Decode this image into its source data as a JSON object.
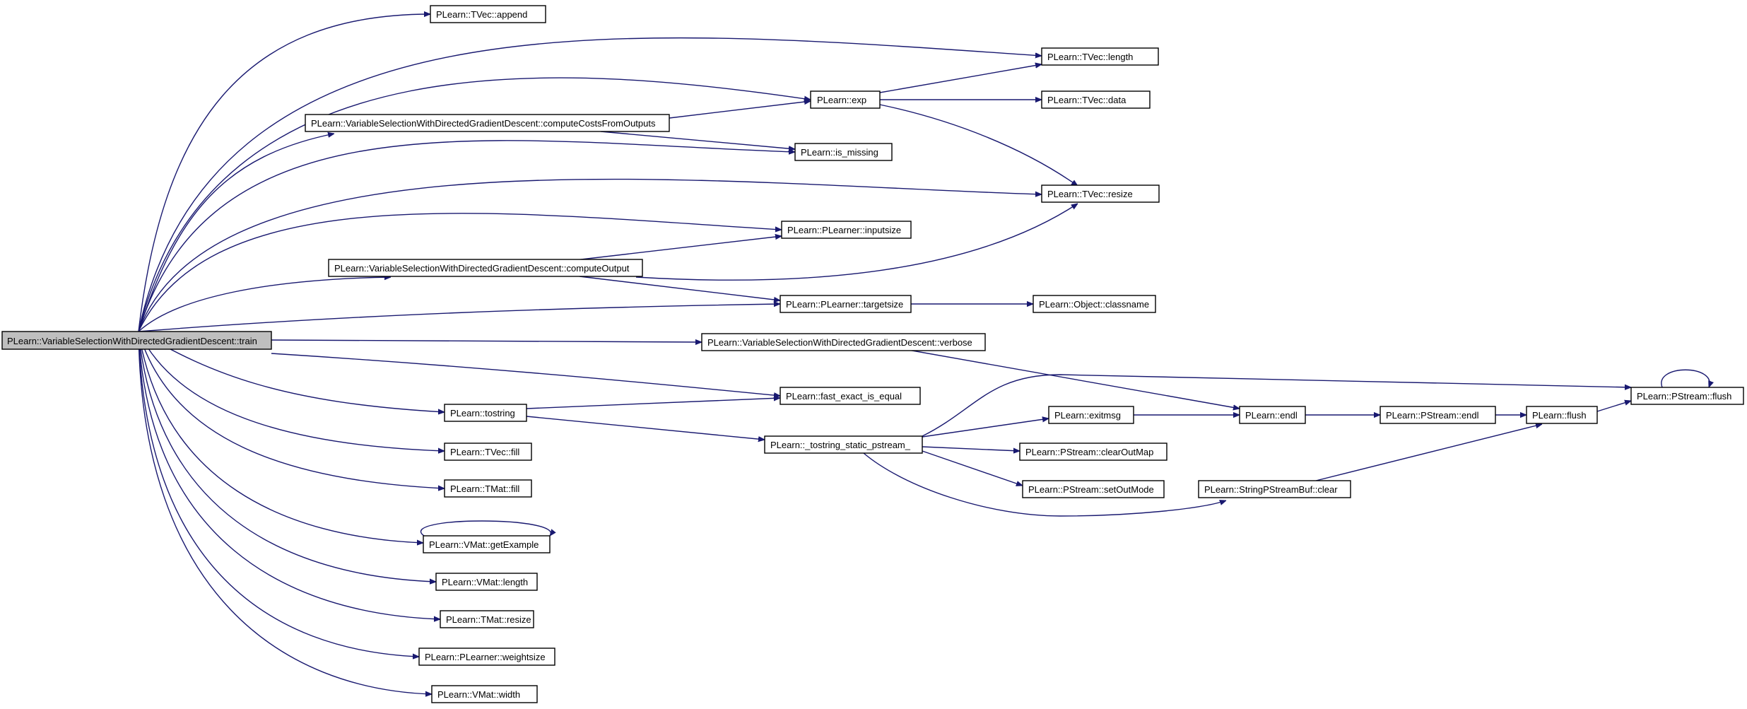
{
  "diagram": {
    "type": "call-graph",
    "colors": {
      "edge": "#191970",
      "root_fill": "#bfbfbf",
      "node_fill": "#ffffff",
      "node_border": "#000000"
    },
    "root": "train",
    "nodes": {
      "train": "PLearn::VariableSelectionWithDirectedGradientDescent::train",
      "append": "PLearn::TVec::append",
      "tvec_length": "PLearn::TVec::length",
      "exp": "PLearn::exp",
      "tvec_data": "PLearn::TVec::data",
      "computeCosts": "PLearn::VariableSelectionWithDirectedGradientDescent::computeCostsFromOutputs",
      "is_missing": "PLearn::is_missing",
      "tvec_resize": "PLearn::TVec::resize",
      "inputsize": "PLearn::PLearner::inputsize",
      "computeOutput": "PLearn::VariableSelectionWithDirectedGradientDescent::computeOutput",
      "targetsize": "PLearn::PLearner::targetsize",
      "classname": "PLearn::Object::classname",
      "verbose": "PLearn::VariableSelectionWithDirectedGradientDescent::verbose",
      "pstream_flush": "PLearn::PStream::flush",
      "fast_exact": "PLearn::fast_exact_is_equal",
      "tostring": "PLearn::tostring",
      "exitmsg": "PLearn::exitmsg",
      "endl": "PLearn::endl",
      "pstream_endl": "PLearn::PStream::endl",
      "flush": "PLearn::flush",
      "tostring_static": "PLearn::_tostring_static_pstream_",
      "tvec_fill": "PLearn::TVec::fill",
      "clearOutMap": "PLearn::PStream::clearOutMap",
      "tmat_fill": "PLearn::TMat::fill",
      "setOutMode": "PLearn::PStream::setOutMode",
      "spsb_clear": "PLearn::StringPStreamBuf::clear",
      "getExample": "PLearn::VMat::getExample",
      "vmat_length": "PLearn::VMat::length",
      "tmat_resize": "PLearn::TMat::resize",
      "weightsize": "PLearn::PLearner::weightsize",
      "vmat_width": "PLearn::VMat::width"
    },
    "edges": [
      [
        "train",
        "append"
      ],
      [
        "train",
        "tvec_length"
      ],
      [
        "train",
        "exp"
      ],
      [
        "train",
        "computeCosts"
      ],
      [
        "train",
        "is_missing"
      ],
      [
        "train",
        "tvec_resize"
      ],
      [
        "train",
        "inputsize"
      ],
      [
        "train",
        "computeOutput"
      ],
      [
        "train",
        "targetsize"
      ],
      [
        "train",
        "verbose"
      ],
      [
        "train",
        "fast_exact"
      ],
      [
        "train",
        "tostring"
      ],
      [
        "train",
        "tvec_fill"
      ],
      [
        "train",
        "tmat_fill"
      ],
      [
        "train",
        "getExample"
      ],
      [
        "train",
        "vmat_length"
      ],
      [
        "train",
        "tmat_resize"
      ],
      [
        "train",
        "weightsize"
      ],
      [
        "train",
        "vmat_width"
      ],
      [
        "exp",
        "tvec_length"
      ],
      [
        "exp",
        "tvec_data"
      ],
      [
        "exp",
        "tvec_resize"
      ],
      [
        "computeCosts",
        "exp"
      ],
      [
        "computeCosts",
        "is_missing"
      ],
      [
        "computeOutput",
        "inputsize"
      ],
      [
        "computeOutput",
        "targetsize"
      ],
      [
        "computeOutput",
        "tvec_resize"
      ],
      [
        "targetsize",
        "classname"
      ],
      [
        "verbose",
        "endl"
      ],
      [
        "tostring",
        "fast_exact"
      ],
      [
        "tostring",
        "tostring_static"
      ],
      [
        "tostring_static",
        "pstream_flush"
      ],
      [
        "tostring_static",
        "exitmsg"
      ],
      [
        "tostring_static",
        "clearOutMap"
      ],
      [
        "tostring_static",
        "setOutMode"
      ],
      [
        "tostring_static",
        "spsb_clear"
      ],
      [
        "exitmsg",
        "endl"
      ],
      [
        "endl",
        "pstream_endl"
      ],
      [
        "pstream_endl",
        "flush"
      ],
      [
        "flush",
        "pstream_flush"
      ],
      [
        "spsb_clear",
        "flush"
      ],
      [
        "pstream_flush",
        "pstream_flush"
      ],
      [
        "getExample",
        "getExample"
      ]
    ]
  }
}
